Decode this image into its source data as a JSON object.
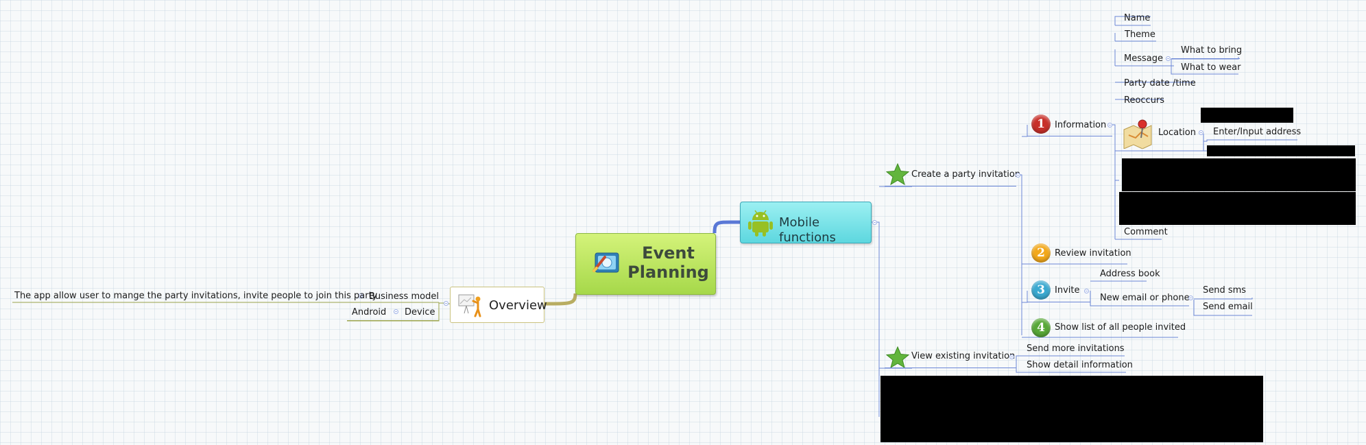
{
  "root": {
    "title": "Event\nPlanning",
    "icon": "event-planning-icon"
  },
  "mobile": {
    "label": "Mobile functions",
    "icon": "android-icon",
    "create": {
      "label": "Create a party invitation",
      "icon": "star-icon",
      "information": {
        "label": "Information",
        "badge": "1",
        "badge_color": "#c8302a",
        "items": {
          "name": "Name",
          "theme": "Theme",
          "message": "Message",
          "message_bring": "What to bring",
          "message_wear": "What to wear",
          "date": "Party date /time",
          "reoccurs": "Reoccurs",
          "location": "Location",
          "location_address": "Enter/Input address",
          "comment": "Comment"
        }
      },
      "review": {
        "label": "Review invitation",
        "badge": "2",
        "badge_color": "#f2a81b"
      },
      "invite": {
        "label": "Invite",
        "badge": "3",
        "badge_color": "#3ba9d0",
        "address_book": "Address book",
        "new": "New email or phone",
        "send_sms": "Send sms",
        "send_email": "Send email"
      },
      "show_list": {
        "label": "Show list of all people invited",
        "badge": "4",
        "badge_color": "#58a838"
      }
    },
    "view": {
      "label": "View existing invitation",
      "icon": "star-icon",
      "send_more": "Send more invitations",
      "show_detail": "Show detail information"
    }
  },
  "overview": {
    "label": "Overview",
    "icon": "presentation-icon",
    "business_model": "Business model",
    "business_desc": "The app allow user to mange the party invitations, invite  people to join this party",
    "device": "Device",
    "android": "Android"
  },
  "colors": {
    "line_blue": "#6b86d6",
    "line_olive": "#9aa24a",
    "root_green": "#a6d84a",
    "mobile_cyan": "#5dd7df"
  }
}
